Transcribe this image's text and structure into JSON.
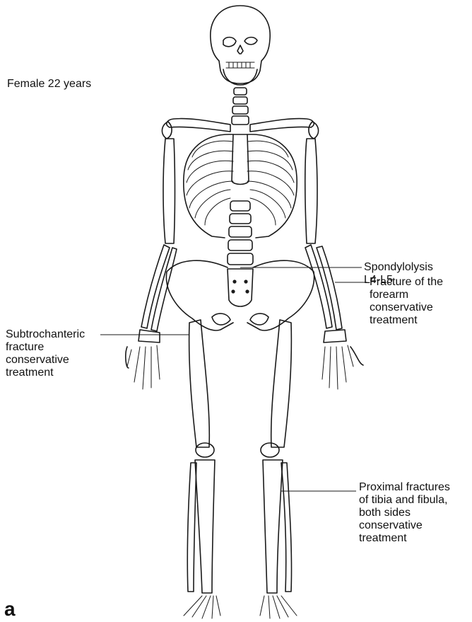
{
  "figure": {
    "panel_letter": "a",
    "patient": "Female 22 years"
  },
  "annotations": {
    "spondylolysis": [
      "Spondylolysis",
      "L4-L5"
    ],
    "forearm": [
      "Fracture of the",
      "forearm",
      "conservative",
      "treatment"
    ],
    "subtrochanteric": [
      "Subtrochanteric",
      "fracture",
      "conservative",
      "treatment"
    ],
    "tibia": [
      "Proximal fractures",
      "of tibia and fibula,",
      "both sides",
      "conservative",
      "treatment"
    ]
  }
}
